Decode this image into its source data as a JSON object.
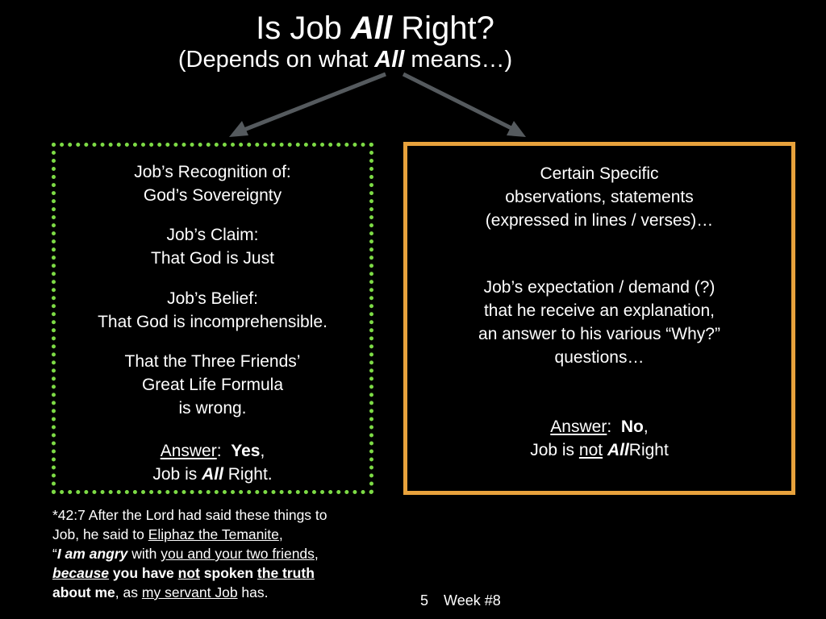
{
  "slide": {
    "title_pre": "Is Job",
    "title_em": "All",
    "title_post": "Right?",
    "subtitle_pre": "(Depends on what",
    "subtitle_em": "All",
    "subtitle_post": "means…)"
  },
  "left_box": {
    "recognition_line1": "Job’s Recognition of:",
    "recognition_line2": "God’s Sovereignty",
    "claim_line1": "Job’s Claim:",
    "claim_line2": "That God is Just",
    "belief_line1": "Job’s Belief:",
    "belief_line2": "That God is incomprehensible.",
    "friends_line1": "That the Three Friends’",
    "friends_line2": "Great Life Formula",
    "friends_line3": "is wrong.",
    "answer_label": "Answer",
    "answer_colon": ":",
    "answer_value": "Yes",
    "answer_comma": ",",
    "answer_line2_pre": "Job is",
    "answer_line2_em": "All",
    "answer_line2_post": "Right."
  },
  "right_box": {
    "obs_line1": "Certain Specific",
    "obs_line2": "observations, statements",
    "obs_line3": "(expressed in lines / verses)…",
    "exp_line1": "Job’s expectation / demand (?)",
    "exp_line2": "that he receive an explanation,",
    "exp_line3": "an answer to his various “Why?”",
    "exp_line4": "questions…",
    "answer_label": "Answer",
    "answer_colon": ":",
    "answer_value": "No",
    "answer_comma": ",",
    "answer_line2_pre": "Job is",
    "answer_line2_not": "not",
    "answer_line2_em": "All",
    "answer_line2_post": "Right"
  },
  "footnote": {
    "l1": "*42:7 After the Lord had said these things to",
    "l2_pre": "Job, he said to",
    "l2_link": "Eliphaz the Temanite",
    "l2_post": ",",
    "l3_quote": "“",
    "l3_angry": "I am angry",
    "l3_with": "with",
    "l3_you": "you and your two friends",
    "l3_comma": ",",
    "l4_because": "because",
    "l4_have": "you have",
    "l4_not": "not",
    "l4_spoken": "spoken",
    "l4_truth": "the truth",
    "l5_about": "about me",
    "l5_as": ", as",
    "l5_servant": "my servant Job",
    "l5_has": "has."
  },
  "footer": {
    "slide_number": "5",
    "week": "Week #8"
  },
  "colors": {
    "background": "#000000",
    "text": "#ffffff",
    "left_border": "#7ddb45",
    "right_border": "#e8a23c",
    "arrow": "#555a5e"
  },
  "icons": [
    "arrow-left-down",
    "arrow-right-down"
  ]
}
